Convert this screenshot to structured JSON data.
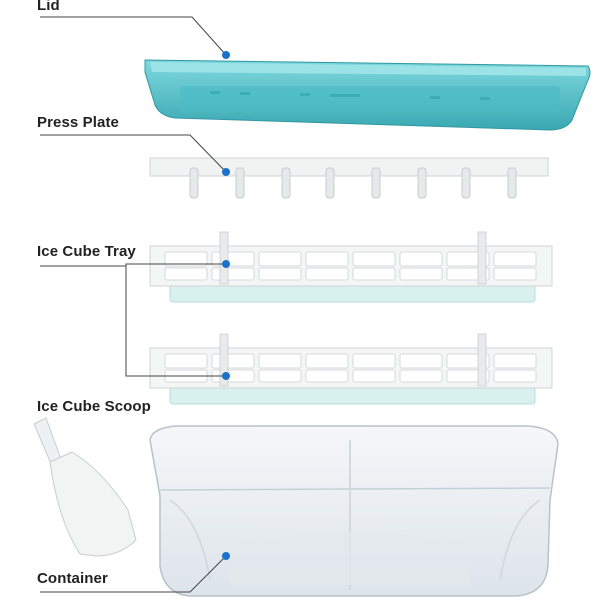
{
  "labels": {
    "lid": "Lid",
    "press_plate": "Press Plate",
    "ice_cube_tray": "Ice Cube Tray",
    "ice_cube_scoop": "Ice Cube Scoop",
    "container": "Container"
  },
  "colors": {
    "lid": "#5cc8cf",
    "lid_dark": "#3aa8b2",
    "pointer_dot": "#1a73c9",
    "leader_line": "#444444",
    "tray_white": "#f4f5f5",
    "cube_tint": "#d8f0ee",
    "container_clear": "#e9eef2"
  }
}
